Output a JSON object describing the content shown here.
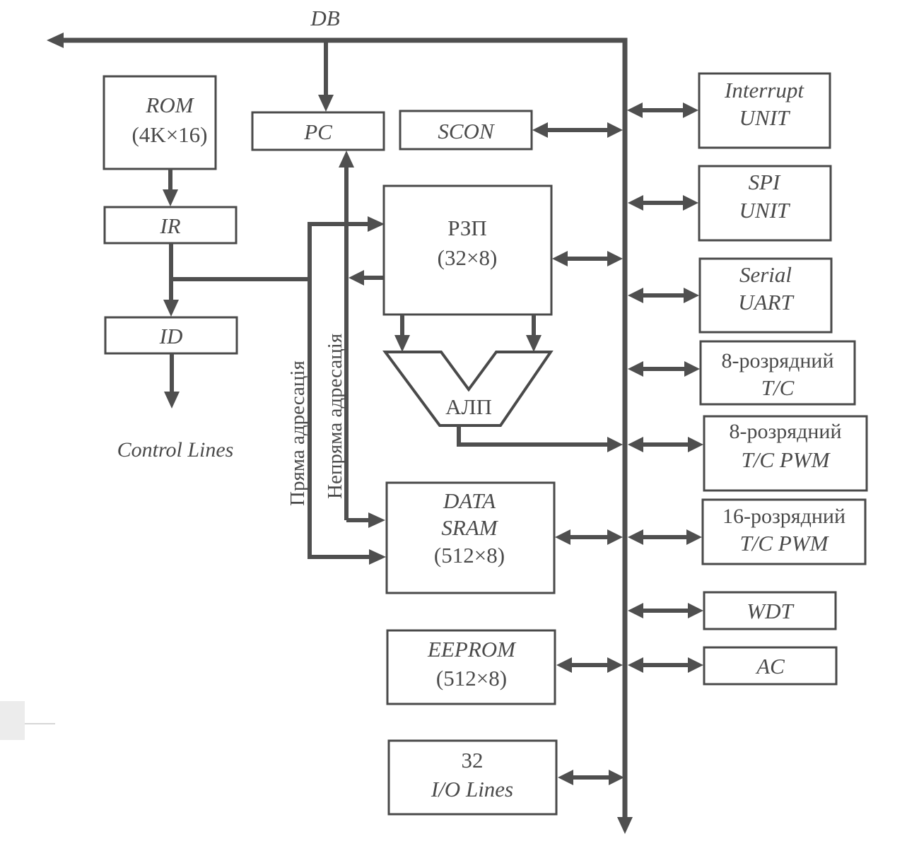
{
  "diagram": {
    "bus_label": "DB",
    "control_lines_label": "Control Lines",
    "direct_addressing_label": "Пряма адресація",
    "indirect_addressing_label": "Непряма адресація",
    "blocks": {
      "rom": {
        "line1": "ROM",
        "line2": "(4K×16)"
      },
      "pc": {
        "line1": "PC"
      },
      "scon": {
        "line1": "SCON"
      },
      "ir": {
        "line1": "IR"
      },
      "id": {
        "line1": "ID"
      },
      "rzp": {
        "line1": "РЗП",
        "line2": "(32×8)"
      },
      "alu": {
        "line1": "АЛП"
      },
      "data_sram": {
        "line1": "DATA",
        "line2": "SRAM",
        "line3": "(512×8)"
      },
      "eeprom": {
        "line1": "EEPROM",
        "line2": "(512×8)"
      },
      "io": {
        "line1": "32",
        "line2": "I/O Lines"
      },
      "interrupt": {
        "line1": "Interrupt",
        "line2": "UNIT"
      },
      "spi": {
        "line1": "SPI",
        "line2": "UNIT"
      },
      "uart": {
        "line1": "Serial",
        "line2": "UART"
      },
      "tc8": {
        "line1": "8-розрядний",
        "line2": "T/C"
      },
      "tc8pwm": {
        "line1": "8-розрядний",
        "line2": "T/C PWM"
      },
      "tc16pwm": {
        "line1": "16-розрядний",
        "line2": "T/C PWM"
      },
      "wdt": {
        "line1": "WDT"
      },
      "ac": {
        "line1": "AC"
      }
    }
  }
}
